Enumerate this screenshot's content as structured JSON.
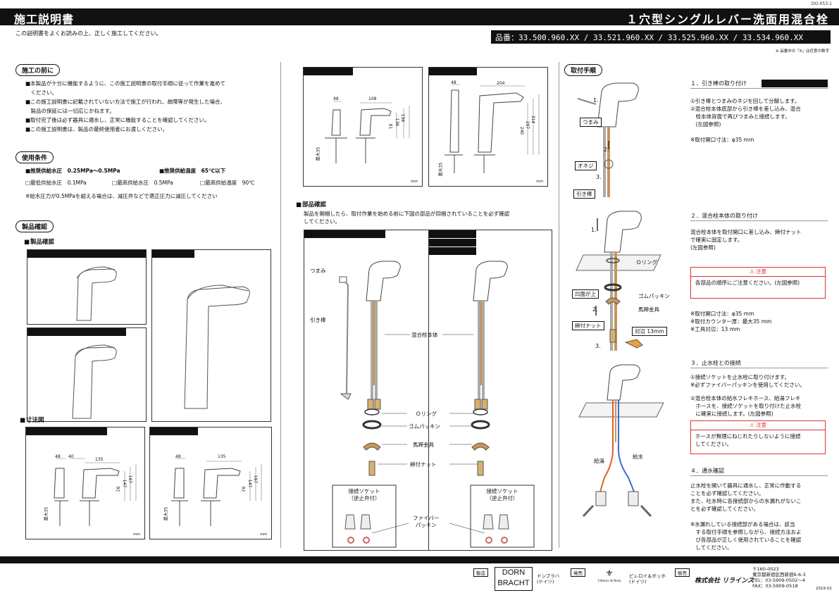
{
  "header": {
    "doc_no": "DO-053-1",
    "title_left": "施工説明書",
    "title_right": "１穴型シングルレバー洗面用混合栓",
    "intro": "この説明書をよくお読みの上、正しく施工してください。",
    "model": "品番：33.500.960.XX / 33.521.960.XX / 33.525.960.XX / 33.534.960.XX",
    "model_note": "※ 品番中の「X」は任意の数字"
  },
  "before": {
    "title": "施工の前に",
    "items": [
      "■本製品が十分に機能するように、この施工説明書の取付手順に従って作業を進めて",
      "　ください。",
      "■この施工説明書に記載されていない方法で施工が行われ、故障等が発生した場合、",
      "　製品の保証には一切応じかねます。",
      "■取付完了後は必ず器具に通水し、正常に機能することを確認してください。",
      "■この施工説明書は、製品の最終使用者にお渡しください。"
    ]
  },
  "conditions": {
    "title": "使用条件",
    "rows": [
      {
        "a": "■推奨供給水圧　0.25MPa～0.5MPa",
        "b": "■推奨供給温度　65℃以下"
      },
      {
        "a": "□最低供給水圧　0.1MPa",
        "b": "□最高供給水圧　0.5MPa",
        "c": "□最高供給温度　90℃"
      }
    ],
    "note": "※給水圧力が0.5MPaを超える場合は、減圧弁などで適正圧力に減圧してください"
  },
  "product": {
    "title": "製品確認",
    "sub_product": "製品確認",
    "sub_dims": "寸法図",
    "unit": "mm",
    "max35": "最大35",
    "dimsA": [
      "48",
      "40",
      "135",
      "92",
      "147",
      "167"
    ],
    "dimsB": [
      "48",
      "135",
      "92",
      "147",
      "167"
    ],
    "dimsC": [
      "48",
      "108",
      "81",
      "136",
      "156"
    ],
    "dimsD": [
      "48",
      "204",
      "240",
      "297",
      "314"
    ]
  },
  "parts": {
    "title": "部品確認",
    "intro": [
      "製品を開梱したら、取付作業を始める前に下図の部品が同梱されていることを必ず確認",
      "してください。"
    ],
    "knob": "つまみ",
    "rod": "引き棒",
    "body": "混合栓本体",
    "oring": "Ｏリング",
    "gasket": "ゴムパッキン",
    "horseshoe": "馬蹄金具",
    "nut": "締付ナット",
    "socket": "接続ソケット\n（逆止弁付）",
    "fiber": "ファイバー\nパッキン"
  },
  "install": {
    "title": "取付手順",
    "step1": {
      "title": "１．引き棒の取り付け",
      "lines": [
        "①引き棒とつまみのネジを回して分解します。",
        "②混合栓本体底部から引き棒を差し込み、混合",
        "　栓本体背面で再びつまみと接続します。",
        "　(左図参照)",
        "",
        "※取付開口寸法：φ35 mm"
      ],
      "labels": {
        "knob": "つまみ",
        "nut": "オネジ",
        "rod": "引き棒"
      }
    },
    "step2": {
      "title": "２．混合栓本体の取り付け",
      "lines": [
        "混合栓本体を取付開口に差し込み、締付ナット",
        "で確実に固定します。",
        "(左図参照)"
      ],
      "caution_head": "注意",
      "caution": "各部品の順序にご注意ください。(左図参照)",
      "notes": [
        "※取付開口寸法：φ35 mm",
        "※取付カウンター厚：最大35 mm",
        "※工具対辺：13 mm"
      ],
      "labels": {
        "oring": "Ｏリング",
        "up": "凹面が上",
        "gasket": "ゴムパッキン",
        "horseshoe": "馬蹄金具",
        "nut": "締付ナット",
        "wrench": "対辺 13mm"
      }
    },
    "step3": {
      "title": "３．止水栓との接続",
      "lines1": [
        "①接続ソケットを止水栓に取り付けます。",
        "※必ずファイバーパッキンを使用してください。"
      ],
      "lines2": [
        "②混合栓本体の給水フレキホース、給湯フレキ",
        "　ホースを、接続ソケットを取り付けた止水栓",
        "　に確実に接続します。(左図参照)"
      ],
      "caution_head": "注意",
      "caution": [
        "ホースが無理にねじれたりしないように接続",
        "してください。"
      ],
      "labels": {
        "hot": "給湯",
        "cold": "給水"
      }
    },
    "step4": {
      "title": "４．通水確認",
      "lines": [
        "止水栓を開いて器具に通水し、正常に作動する",
        "ことを必ず確認してください。",
        "また、吐水時に各接続部からの水漏れがないこ",
        "とを必ず確認してください。",
        "",
        "※水漏れしている接続部がある場合は、該当",
        "　する取付手順を参照しながら、接続方法およ",
        "　び各部品が正しく使用されていることを確認",
        "　してください。"
      ]
    }
  },
  "footer": {
    "maker_tag": "製造",
    "maker_logo1": "DORN",
    "maker_logo2": "BRACHT",
    "maker_name": "ドンブラハ\n(ドイツ)",
    "seller_tag": "発売",
    "seller_logo": "Villeroy & Boch",
    "seller_name": "ビレロイ＆ボッホ\n(ドイツ)",
    "dist_tag": "販売",
    "dist_logo": "株式会社 リラインス",
    "address": "〒160-0023\n東京都新宿区西新宿6-6-3\nTEL：03-5909-0502～4\nFAX：03-5909-0518",
    "date": "2019.02"
  },
  "colors": {
    "caution": "#dd3333",
    "hot": "#e06030",
    "cold": "#3a6fd0",
    "brass": "#c9955b"
  }
}
